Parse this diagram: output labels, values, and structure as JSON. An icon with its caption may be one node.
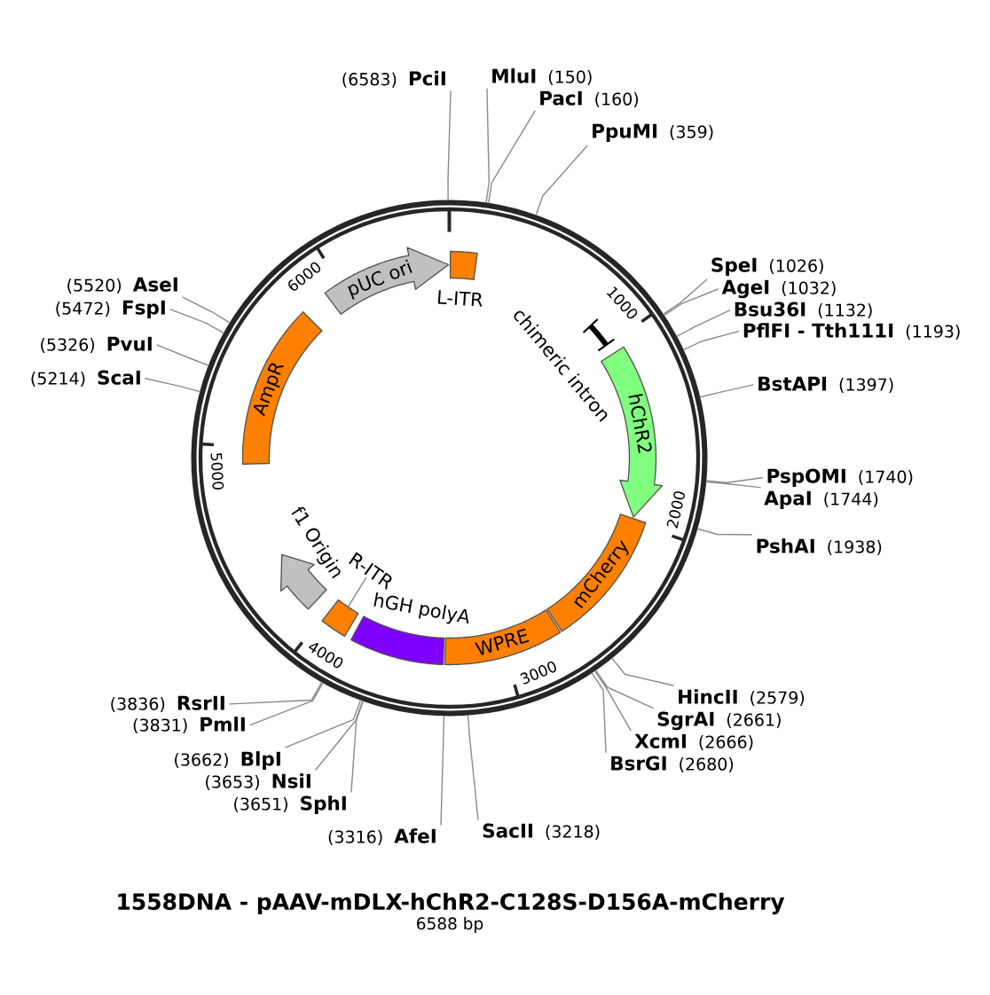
{
  "diagram": {
    "title": "1558DNA - pAAV-mDLX-hChR2-C128S-D156A-mCherry",
    "nodes": [
      {
        "text": [
          "(6583)",
          "PciI"
        ]
      },
      {
        "text": [
          "MluI",
          "(150)"
        ]
      },
      {
        "text": [
          "PacI",
          "(160)"
        ]
      },
      {
        "text": [
          "PpuMI",
          "(359)"
        ]
      },
      {
        "text": [
          "SpeI",
          "(1026)"
        ]
      },
      {
        "text": [
          "AgeI",
          "(1032)"
        ]
      },
      {
        "text": [
          "Bsu36I",
          "(1132)"
        ]
      },
      {
        "text": [
          "PflFI - Tth111I",
          "(1193)"
        ]
      },
      {
        "text": [
          "BstAPI",
          "(1397)"
        ]
      },
      {
        "text": [
          "PspOMI",
          "(1740)"
        ]
      },
      {
        "text": [
          "ApaI",
          "(1744)"
        ]
      },
      {
        "text": [
          "PshAI",
          "(1938)"
        ]
      },
      {
        "text": [
          "HincII",
          "(2579)"
        ]
      },
      {
        "text": [
          "SgrAI",
          "(2661)"
        ]
      },
      {
        "text": [
          "XcmI",
          "(2666)"
        ]
      },
      {
        "text": [
          "BsrGI",
          "(2680)"
        ]
      },
      {
        "text": [
          "SacII",
          "(3218)"
        ]
      },
      {
        "text": [
          "(3316)",
          "AfeI"
        ]
      },
      {
        "text": [
          "(3651)",
          "SphI"
        ]
      },
      {
        "text": [
          "(3653)",
          "NsiI"
        ]
      },
      {
        "text": [
          "(3662)",
          "BlpI"
        ]
      },
      {
        "text": [
          "(3831)",
          "PmlI"
        ]
      },
      {
        "text": [
          "(3836)",
          "RsrII"
        ]
      },
      {
        "text": [
          "(5214)",
          "ScaI"
        ]
      },
      {
        "text": [
          "(5326)",
          "PvuI"
        ]
      },
      {
        "text": [
          "(5472)",
          "FspI"
        ]
      },
      {
        "text": [
          "(5520)",
          "AseI"
        ]
      },
      {
        "text": [
          "pUC ori"
        ]
      },
      {
        "text": [
          "L-ITR"
        ]
      },
      {
        "text": [
          "chimeric intron"
        ]
      },
      {
        "text": [
          "hChR2"
        ]
      },
      {
        "text": [
          "mCherry"
        ]
      },
      {
        "text": [
          "WPRE"
        ]
      },
      {
        "text": [
          "hGH polyA"
        ]
      },
      {
        "text": [
          "R-ITR"
        ]
      },
      {
        "text": [],
        "shape": "box"
      },
      {
        "text": [
          "f1 Origin"
        ]
      },
      {
        "text": [
          "AmpR"
        ]
      }
    ],
    "edges": [
      {
        "from": 0,
        "to": null,
        "arrow": "none"
      },
      {
        "from": 1,
        "to": null,
        "arrow": "none"
      },
      {
        "from": 2,
        "to": null,
        "arrow": "none"
      },
      {
        "from": 3,
        "to": null,
        "arrow": "none"
      },
      {
        "from": 4,
        "to": null,
        "arrow": "none"
      },
      {
        "from": 5,
        "to": null,
        "arrow": "none"
      },
      {
        "from": 6,
        "to": null,
        "arrow": "none"
      },
      {
        "from": 7,
        "to": null,
        "arrow": "none"
      },
      {
        "from": 8,
        "to": null,
        "arrow": "none"
      },
      {
        "from": 9,
        "to": null,
        "arrow": "none"
      },
      {
        "from": 10,
        "to": null,
        "arrow": "none"
      },
      {
        "from": 11,
        "to": null,
        "arrow": "none"
      },
      {
        "from": 12,
        "to": null,
        "arrow": "none"
      },
      {
        "from": 13,
        "to": null,
        "arrow": "none"
      },
      {
        "from": 14,
        "to": null,
        "arrow": "none"
      },
      {
        "from": 15,
        "to": null,
        "arrow": "none"
      },
      {
        "from": 16,
        "to": null,
        "arrow": "none"
      },
      {
        "from": 17,
        "to": null,
        "arrow": "none"
      },
      {
        "from": 18,
        "to": null,
        "arrow": "none"
      },
      {
        "from": 19,
        "to": null,
        "arrow": "none"
      },
      {
        "from": 20,
        "to": null,
        "arrow": "none"
      },
      {
        "from": 21,
        "to": null,
        "arrow": "none"
      },
      {
        "from": 22,
        "to": null,
        "arrow": "none"
      },
      {
        "from": 23,
        "to": null,
        "arrow": "none"
      },
      {
        "from": 24,
        "to": null,
        "arrow": "none"
      },
      {
        "from": 25,
        "to": null,
        "arrow": "none"
      },
      {
        "from": 26,
        "to": null,
        "arrow": "none"
      },
      {
        "from": 34,
        "to": 35,
        "arrow": "none"
      }
    ],
    "labels": [
      "1000",
      "2000",
      "3000",
      "4000",
      "5000",
      "6000",
      "6588 bp"
    ]
  }
}
